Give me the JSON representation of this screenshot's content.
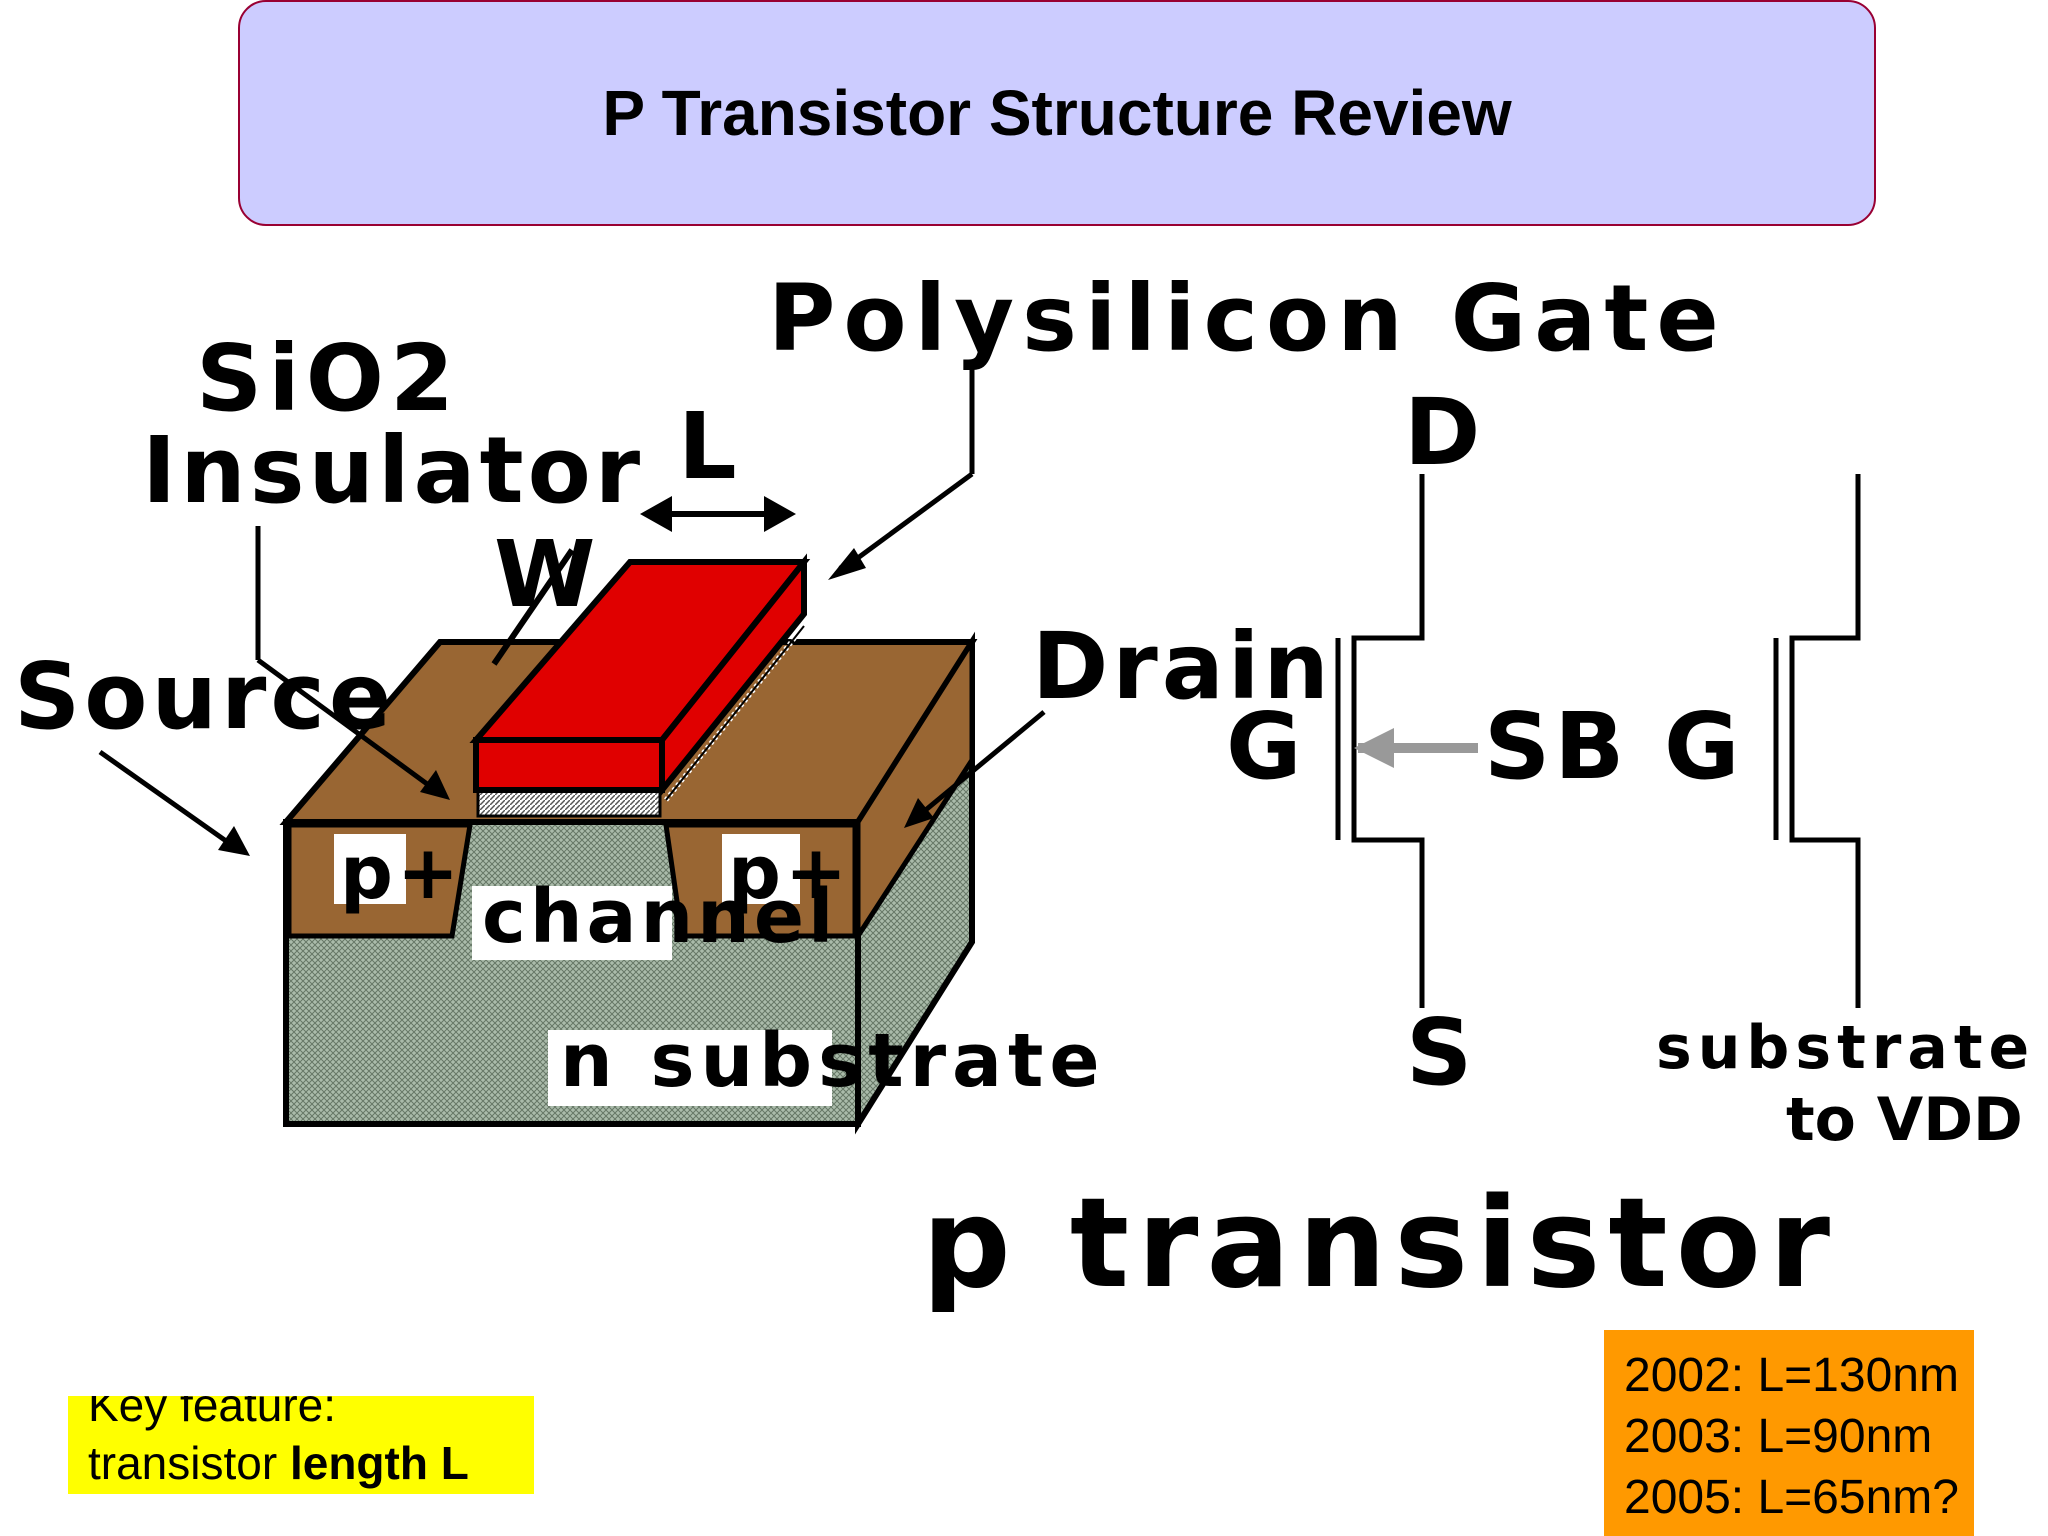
{
  "slide": {
    "title": "P Transistor Structure Review"
  },
  "diagram": {
    "labels": {
      "polysilicon_gate": "Polysilicon Gate",
      "sio2": "SiO2",
      "insulator": "Insulator",
      "length": "L",
      "width": "W",
      "source": "Source",
      "drain": "Drain",
      "p_plus_left": "p+",
      "p_plus_right": "p+",
      "channel": "channel",
      "n_substrate": "n substrate"
    },
    "symbol": {
      "d": "D",
      "g": "G",
      "s": "S",
      "sb": "SB",
      "g2": "G",
      "substrate": "substrate",
      "to_vdd": "to VDD",
      "caption": "p transistor"
    },
    "colors": {
      "gate_red": "#e00000",
      "diffusion_brown": "#996633",
      "substrate_green": "#99aa99"
    }
  },
  "notes": {
    "key_feature_line1": "Key feature:",
    "key_feature_line2_prefix": "transistor ",
    "key_feature_line2_bold": "length L",
    "dates": [
      "2002: L=130nm",
      "2003: L=90nm",
      "2005: L=65nm?"
    ]
  }
}
